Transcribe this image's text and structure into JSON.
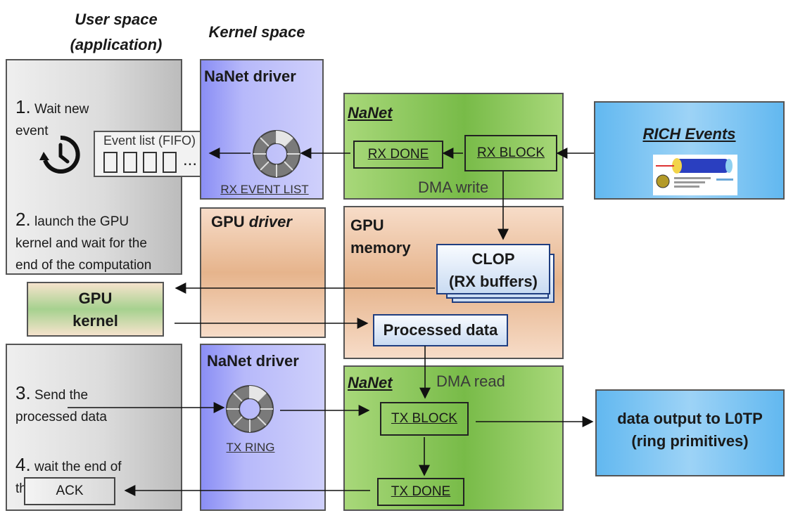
{
  "headers": {
    "user_space": "User space\n(application)",
    "kernel_space": "Kernel space"
  },
  "user_top": {
    "step1_num": "1.",
    "step1_text": " Wait new\nevent",
    "event_list_label": "Event list (FIFO)",
    "ellipsis": "...",
    "step2_num": "2.",
    "step2_text": " launch the GPU\nkernel and wait for the\nend of the computation"
  },
  "nanet_driver_top": {
    "title": "NaNet driver",
    "ring_label": "RX EVENT LIST"
  },
  "nanet_top": {
    "title": "NaNet",
    "rx_done": "RX DONE",
    "rx_block": "RX BLOCK",
    "dma_write": "DMA write"
  },
  "rich": {
    "title": "RICH Events"
  },
  "gpu_driver": {
    "title_bold": "GPU ",
    "title_italic": "driver"
  },
  "gpu_memory": {
    "title": "GPU\nmemory",
    "clop": "CLOP\n(RX buffers)",
    "processed": "Processed data"
  },
  "gpu_kernel": {
    "title": "GPU\nkernel"
  },
  "user_bottom": {
    "step3_num": "3.",
    "step3_text": " Send the\nprocessed data",
    "step4_num": "4.",
    "step4_text": " wait the end of\nthe tx phase",
    "ack": "ACK"
  },
  "nanet_driver_bottom": {
    "title": "NaNet driver",
    "ring_label": "TX RING"
  },
  "nanet_bottom": {
    "title": "NaNet",
    "dma_read": "DMA read",
    "tx_block": "TX BLOCK",
    "tx_done": "TX DONE"
  },
  "output": {
    "title": "data output to L0TP\n(ring primitives)"
  },
  "colors": {
    "user_panel": "#dcdcdc",
    "driver_panel": "#b7b9fa",
    "gpu_panel": "#e6b48c",
    "nanet_panel": "#78bb48",
    "events_panel": "#62b8f0",
    "clop_box": "#c9dbf2"
  },
  "icons": {
    "clock": "clock-history-icon",
    "ring": "ring-buffer-icon",
    "detector": "rich-detector-icon"
  }
}
